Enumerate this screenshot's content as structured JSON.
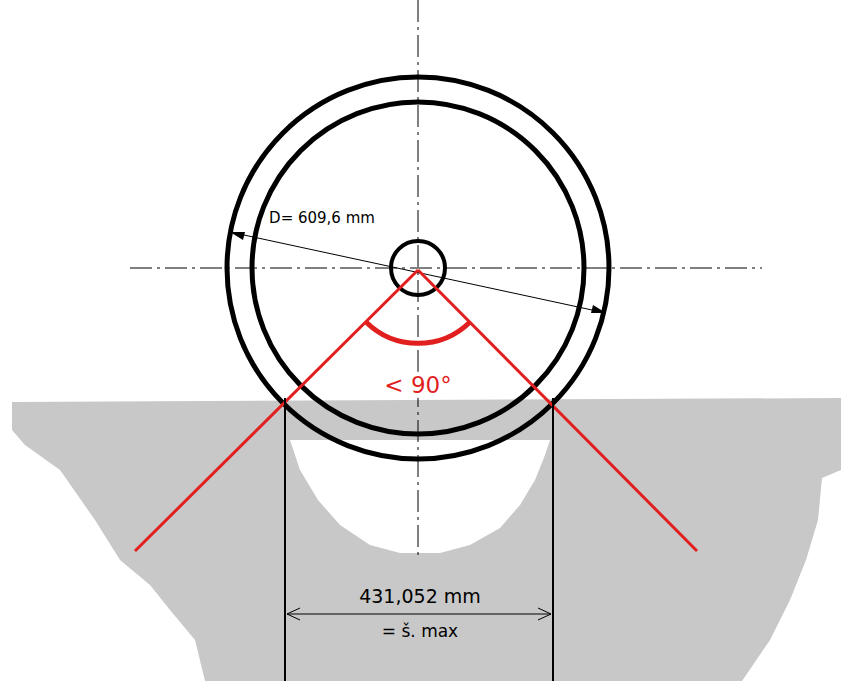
{
  "diagram": {
    "labels": [
      "D= 609,6 mm",
      "< 90°",
      "431,052 mm",
      "= š. max"
    ]
  }
}
